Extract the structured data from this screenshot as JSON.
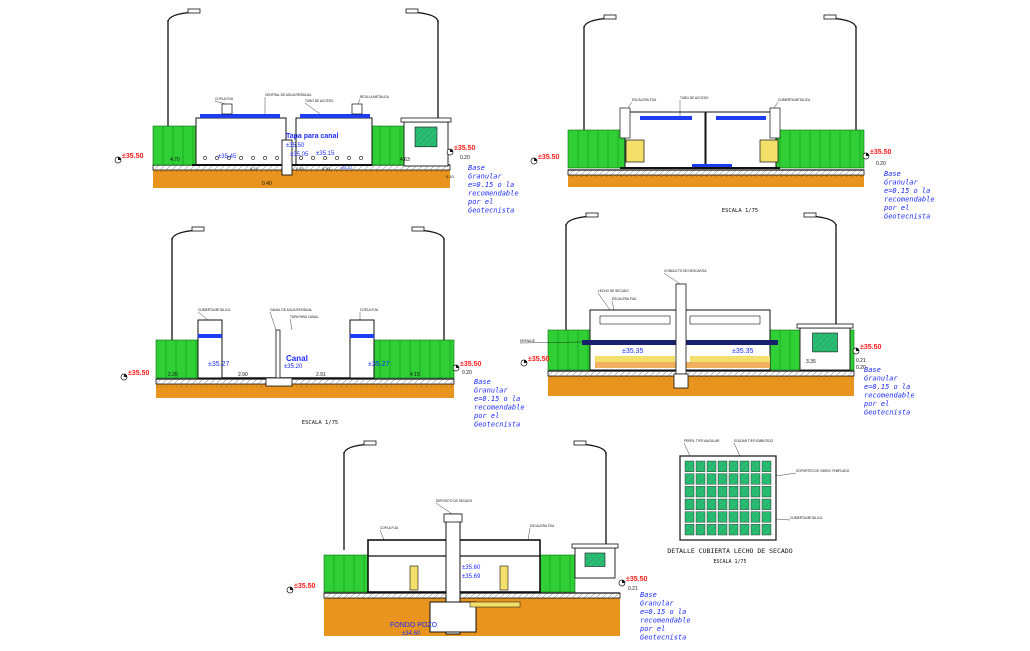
{
  "colors": {
    "ground": "#e8941e",
    "hatch": "#b2671f",
    "hedge": "#2fcf35",
    "pipe": "#1e3cf0",
    "liner": "#18206e",
    "fill": "#f2e06a",
    "red": "#ff1a1a",
    "blue": "#1e2cff",
    "tank": "#22c070",
    "line": "#111111"
  },
  "panels": [
    {
      "id": "p1",
      "level_left": "±35.50",
      "level_right": "±35.50",
      "note": [
        "Base",
        "Granular",
        "e=0.15 o la",
        "recomendable",
        "por el",
        "Geotecnista"
      ],
      "tag": "Tapa para canal",
      "vals": [
        "±35.50",
        "±35.45",
        "±35.05",
        "±35.15",
        "±35.12"
      ],
      "dims": [
        "4.70",
        "0.15",
        "4.63",
        "0.20",
        "0.40",
        "0.15",
        "0.30",
        "0.10"
      ],
      "small": [
        "CENTRAL DE AGUA RESIDUAL",
        "COPLA FIJA",
        "TUBO DE ACCESO",
        "REJILLA METALICA"
      ]
    },
    {
      "id": "p2",
      "level_left": "±35.50",
      "level_right": "±35.50",
      "note": [
        "Base",
        "Granular",
        "e=0.15 o la",
        "recomendable",
        "por el",
        "Geotecnista"
      ],
      "scale": "ESCALA 1/75",
      "dims": [
        "0.20"
      ],
      "small": [
        "ESCALERA FIJA",
        "TUBO DE ACCESO",
        "CUBIERTA METALICA"
      ]
    },
    {
      "id": "p3",
      "level_left": "±35.50",
      "level_right": "±35.50",
      "note": [
        "Base",
        "Granular",
        "e=0.15 o la",
        "recomendable",
        "por el",
        "Geotecnista"
      ],
      "scale": "ESCALA 1/75",
      "tag": "Canal",
      "vals": [
        "±35.27",
        "±35.20",
        "±35.27"
      ],
      "dims": [
        "2.20",
        "2.90",
        "2.91",
        "4.15",
        "0.20"
      ],
      "small": [
        "CUBIERTA METALICA",
        "CANAL DE AGUA RESIDUAL",
        "TAPA PARA CANAL",
        "COPLA FIJA"
      ]
    },
    {
      "id": "p4",
      "level_left": "±35.50",
      "level_right": "±35.50",
      "note": [
        "Base",
        "Granular",
        "e=0.15 o la",
        "recomendable",
        "por el",
        "Geotecnista"
      ],
      "vals": [
        "±35.35",
        "±35.35"
      ],
      "dims": [
        "3.35",
        "0.21",
        "0.20"
      ],
      "small": [
        "CONDUCTO DE DESCARGA",
        "LECHO DE SECADO",
        "ESCALERA FIJA",
        "DRENAJE"
      ]
    },
    {
      "id": "p5",
      "level_left": "±35.50",
      "level_right": "±35.50",
      "note": [
        "Base",
        "Granular",
        "e=0.15 o la",
        "recomendable",
        "por el",
        "Geotecnista"
      ],
      "tag": "FONDO POZO",
      "vals": [
        "±35.60",
        "±35.69",
        "±34.60"
      ],
      "dims": [
        "0.21"
      ],
      "small": [
        "DEPOSITO DE SECADO",
        "COPLA FIJA",
        "ESCALERA FIJA"
      ]
    },
    {
      "id": "p6",
      "title": "DETALLE CUBIERTA LECHO DE SECADO",
      "scale": "ESCALA 1/75",
      "small": [
        "PERFIL TIPO ANGULAR",
        "SOLDAR TIPO EMBUTIDO",
        "SOPORTES DE VIDRIO TEMPLADO",
        "CUBIERTA METALICA"
      ]
    }
  ]
}
